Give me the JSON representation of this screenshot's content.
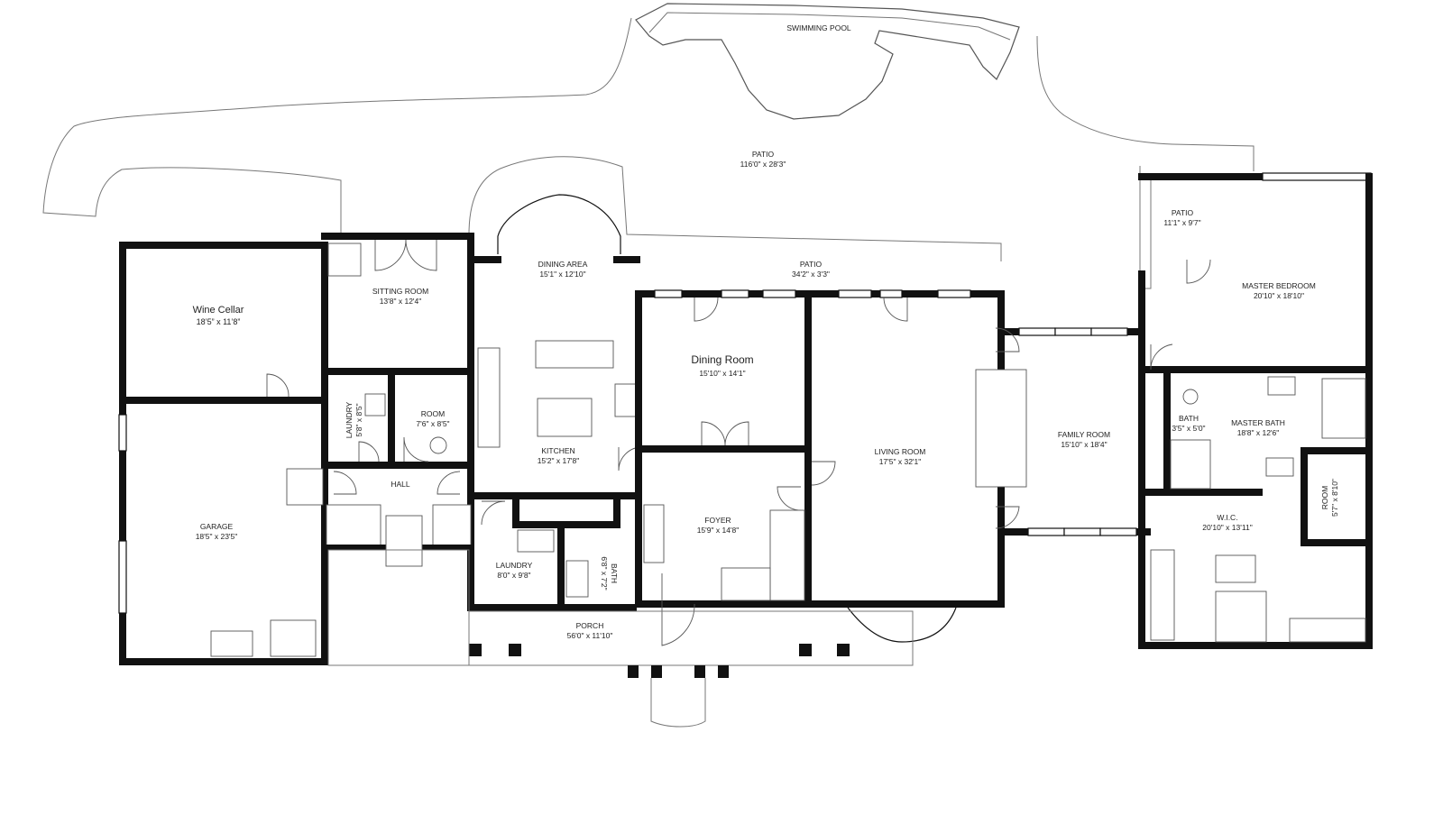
{
  "rooms": {
    "swimming_pool": {
      "name": "SWIMMING POOL"
    },
    "patio_main": {
      "name": "PATIO",
      "dims": "116'0\" x 28'3\""
    },
    "patio_right": {
      "name": "PATIO",
      "dims": "11'1\" x 9'7\""
    },
    "patio_narrow": {
      "name": "PATIO",
      "dims": "34'2\" x 3'3\""
    },
    "wine_cellar": {
      "name": "Wine Cellar",
      "dims": "18’5” x 11’8”"
    },
    "sitting_room": {
      "name": "SITTING ROOM",
      "dims": "13'8\" x 12'4\""
    },
    "dining_area": {
      "name": "DINING AREA",
      "dims": "15'1\" x 12'10\""
    },
    "dining_room": {
      "name": "Dining Room",
      "dims": "15'10\" x 14'1\""
    },
    "master_bedroom": {
      "name": "MASTER BEDROOM",
      "dims": "20'10\" x 18'10\""
    },
    "laundry_upper": {
      "name": "LAUNDRY",
      "dims": "5'8\" x 8'5\""
    },
    "room_small": {
      "name": "ROOM",
      "dims": "7'6\" x 8'5\""
    },
    "kitchen": {
      "name": "KITCHEN",
      "dims": "15'2\" x 17'8\""
    },
    "living_room": {
      "name": "LIVING ROOM",
      "dims": "17'5\" x 32'1\""
    },
    "family_room": {
      "name": "FAMILY ROOM",
      "dims": "15'10\" x 18'4\""
    },
    "bath_master_small": {
      "name": "BATH",
      "dims": "3'5\" x 5'0\""
    },
    "master_bath": {
      "name": "MASTER BATH",
      "dims": "18'8\" x 12'6\""
    },
    "hall": {
      "name": "HALL"
    },
    "garage": {
      "name": "GARAGE",
      "dims": "18'5\" x 23'5\""
    },
    "foyer": {
      "name": "FOYER",
      "dims": "15'9\" x 14'8\""
    },
    "room_right": {
      "name": "ROOM",
      "dims": "5'7\" x 8'10\""
    },
    "wic": {
      "name": "W.I.C.",
      "dims": "20'10\" x 13'11\""
    },
    "laundry_lower": {
      "name": "LAUNDRY",
      "dims": "8'0\" x 9'8\""
    },
    "bath_lower": {
      "name": "BATH",
      "dims": "6'8\" x 7'2\""
    },
    "porch": {
      "name": "PORCH",
      "dims": "56'0\" x 11'10\""
    }
  },
  "colors": {
    "wall": "#111111",
    "line": "#777777",
    "background": "#ffffff"
  }
}
